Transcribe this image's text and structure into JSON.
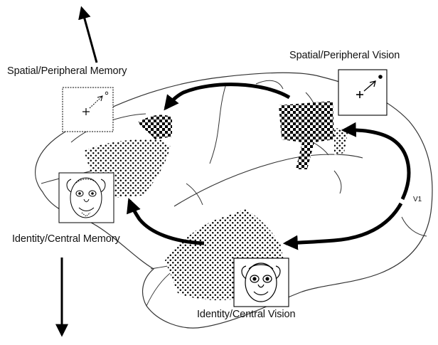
{
  "figure": {
    "labels": {
      "spatial_peripheral_memory": "Spatial/Peripheral Memory",
      "spatial_peripheral_vision": "Spatial/Peripheral Vision",
      "identity_central_memory": "Identity/Central Memory",
      "identity_central_vision": "Identity/Central Vision",
      "v1": "V1"
    },
    "colors": {
      "ink": "#000000",
      "outline": "#333333",
      "background": "#ffffff"
    },
    "icons": {
      "spatial_memory_box": "sparse-spatial-symbol",
      "spatial_vision_box": "spatial-arrow-symbol",
      "identity_memory_box": "monkey-face-sketch",
      "identity_vision_box": "monkey-face-sketch"
    }
  }
}
